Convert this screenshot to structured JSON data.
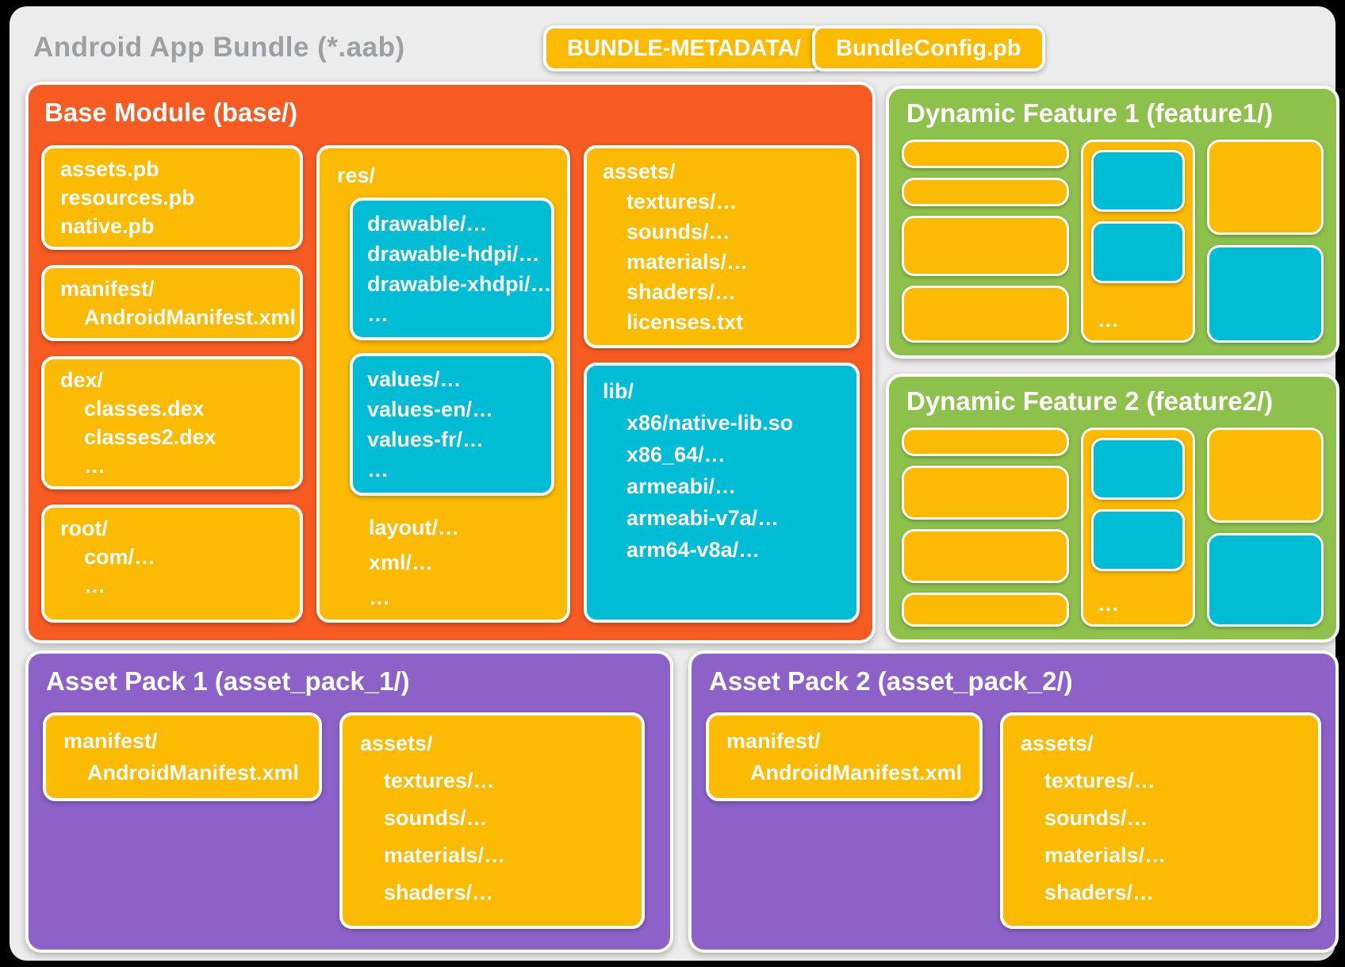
{
  "title": "Android App Bundle (*.aab)",
  "badges": {
    "bundle_metadata": "BUNDLE-METADATA/",
    "bundle_config": "BundleConfig.pb"
  },
  "colors": {
    "base_orange": "#F75B22",
    "box_yellow": "#FCBA00",
    "box_teal": "#00BCD4",
    "feature_green": "#8DC14C",
    "asset_pack_purple": "#8C62C8",
    "canvas_gray": "#ECECEC",
    "title_gray": "#9CA0A3"
  },
  "base_module": {
    "title": "Base Module (base/)",
    "pb_box": {
      "line1": "assets.pb",
      "line2": "resources.pb",
      "line3": "native.pb"
    },
    "manifest_box": {
      "line1": "manifest/",
      "line2": "AndroidManifest.xml"
    },
    "dex_box": {
      "line1": "dex/",
      "line2": "classes.dex",
      "line3": "classes2.dex",
      "line4": "…"
    },
    "root_box": {
      "line1": "root/",
      "line2": "com/…",
      "line3": "…"
    },
    "res_box": {
      "label": "res/",
      "drawable_box": {
        "line1": "drawable/…",
        "line2": "drawable-hdpi/…",
        "line3": "drawable-xhdpi/…",
        "line4": "…"
      },
      "values_box": {
        "line1": "values/…",
        "line2": "values-en/…",
        "line3": "values-fr/…",
        "line4": "…"
      },
      "tail": {
        "line1": "layout/…",
        "line2": "xml/…",
        "line3": "…"
      }
    },
    "assets_box": {
      "line1": "assets/",
      "line2": "textures/…",
      "line3": "sounds/…",
      "line4": "materials/…",
      "line5": "shaders/…",
      "line6": "licenses.txt"
    },
    "lib_box": {
      "line1": "lib/",
      "line2": "x86/native-lib.so",
      "line3": "x86_64/…",
      "line4": "armeabi/…",
      "line5": "armeabi-v7a/…",
      "line6": "arm64-v8a/…"
    }
  },
  "feature1": {
    "title": "Dynamic Feature 1 (feature1/)",
    "more": "…"
  },
  "feature2": {
    "title": "Dynamic Feature 2 (feature2/)",
    "more": "…"
  },
  "asset_pack1": {
    "title": "Asset Pack 1 (asset_pack_1/)",
    "manifest_box": {
      "line1": "manifest/",
      "line2": "AndroidManifest.xml"
    },
    "assets_box": {
      "line1": "assets/",
      "line2": "textures/…",
      "line3": "sounds/…",
      "line4": "materials/…",
      "line5": "shaders/…"
    }
  },
  "asset_pack2": {
    "title": "Asset Pack 2 (asset_pack_2/)",
    "manifest_box": {
      "line1": "manifest/",
      "line2": "AndroidManifest.xml"
    },
    "assets_box": {
      "line1": "assets/",
      "line2": "textures/…",
      "line3": "sounds/…",
      "line4": "materials/…",
      "line5": "shaders/…"
    }
  }
}
